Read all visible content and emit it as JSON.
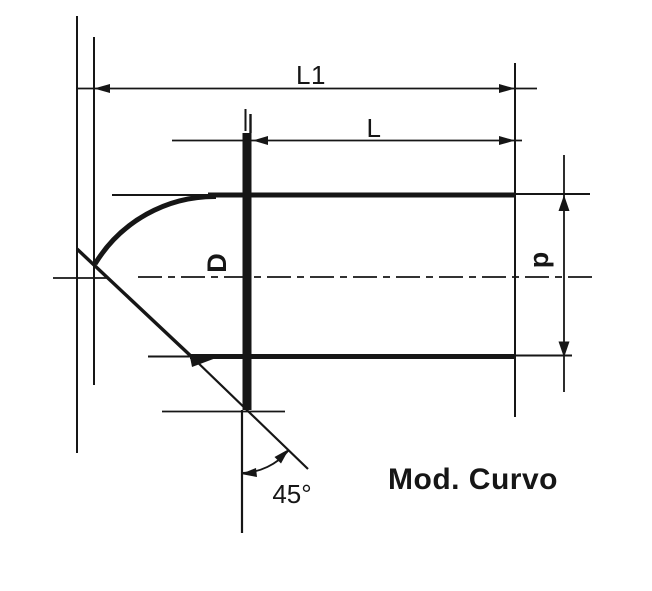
{
  "diagram": {
    "model_label": "Mod. Curvo",
    "dimensions": {
      "overall_length": "L1",
      "working_length": "L",
      "head_diameter": "D",
      "shank_diameter": "d",
      "point_angle": "45°"
    },
    "colors": {
      "ink": "#161616",
      "paper": "#ffffff"
    }
  }
}
